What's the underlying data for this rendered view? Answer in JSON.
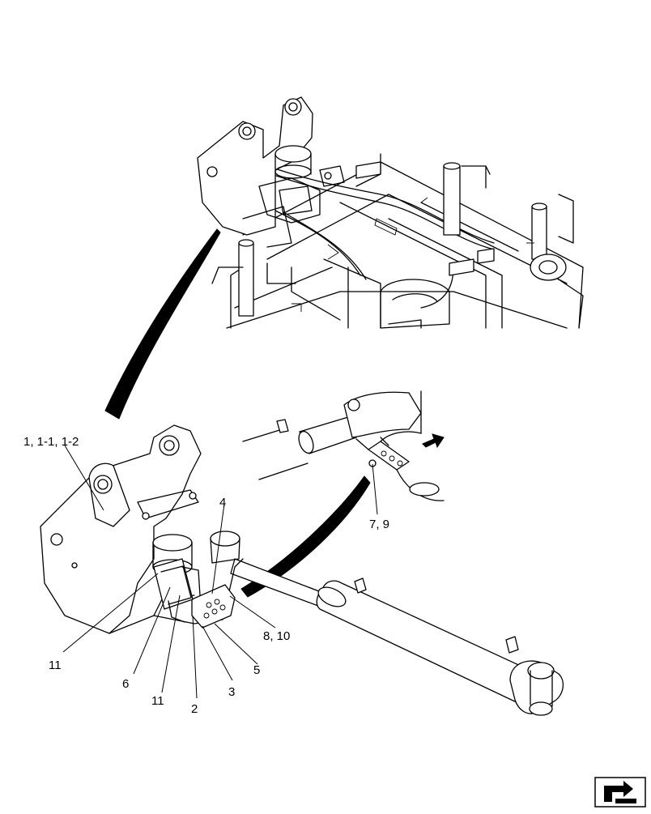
{
  "callouts": {
    "c1": "1, 1-1, 1-2",
    "c4": "4",
    "c79": "7, 9",
    "c810": "8, 10",
    "c5": "5",
    "c11a": "11",
    "c6": "6",
    "c11b": "11",
    "c3": "3",
    "c2": "2"
  },
  "icons": {
    "detail_pointer": "detail-pointer-arrow",
    "direction": "direction-arrow-icon",
    "page_nav": "page-navigation-icon"
  }
}
